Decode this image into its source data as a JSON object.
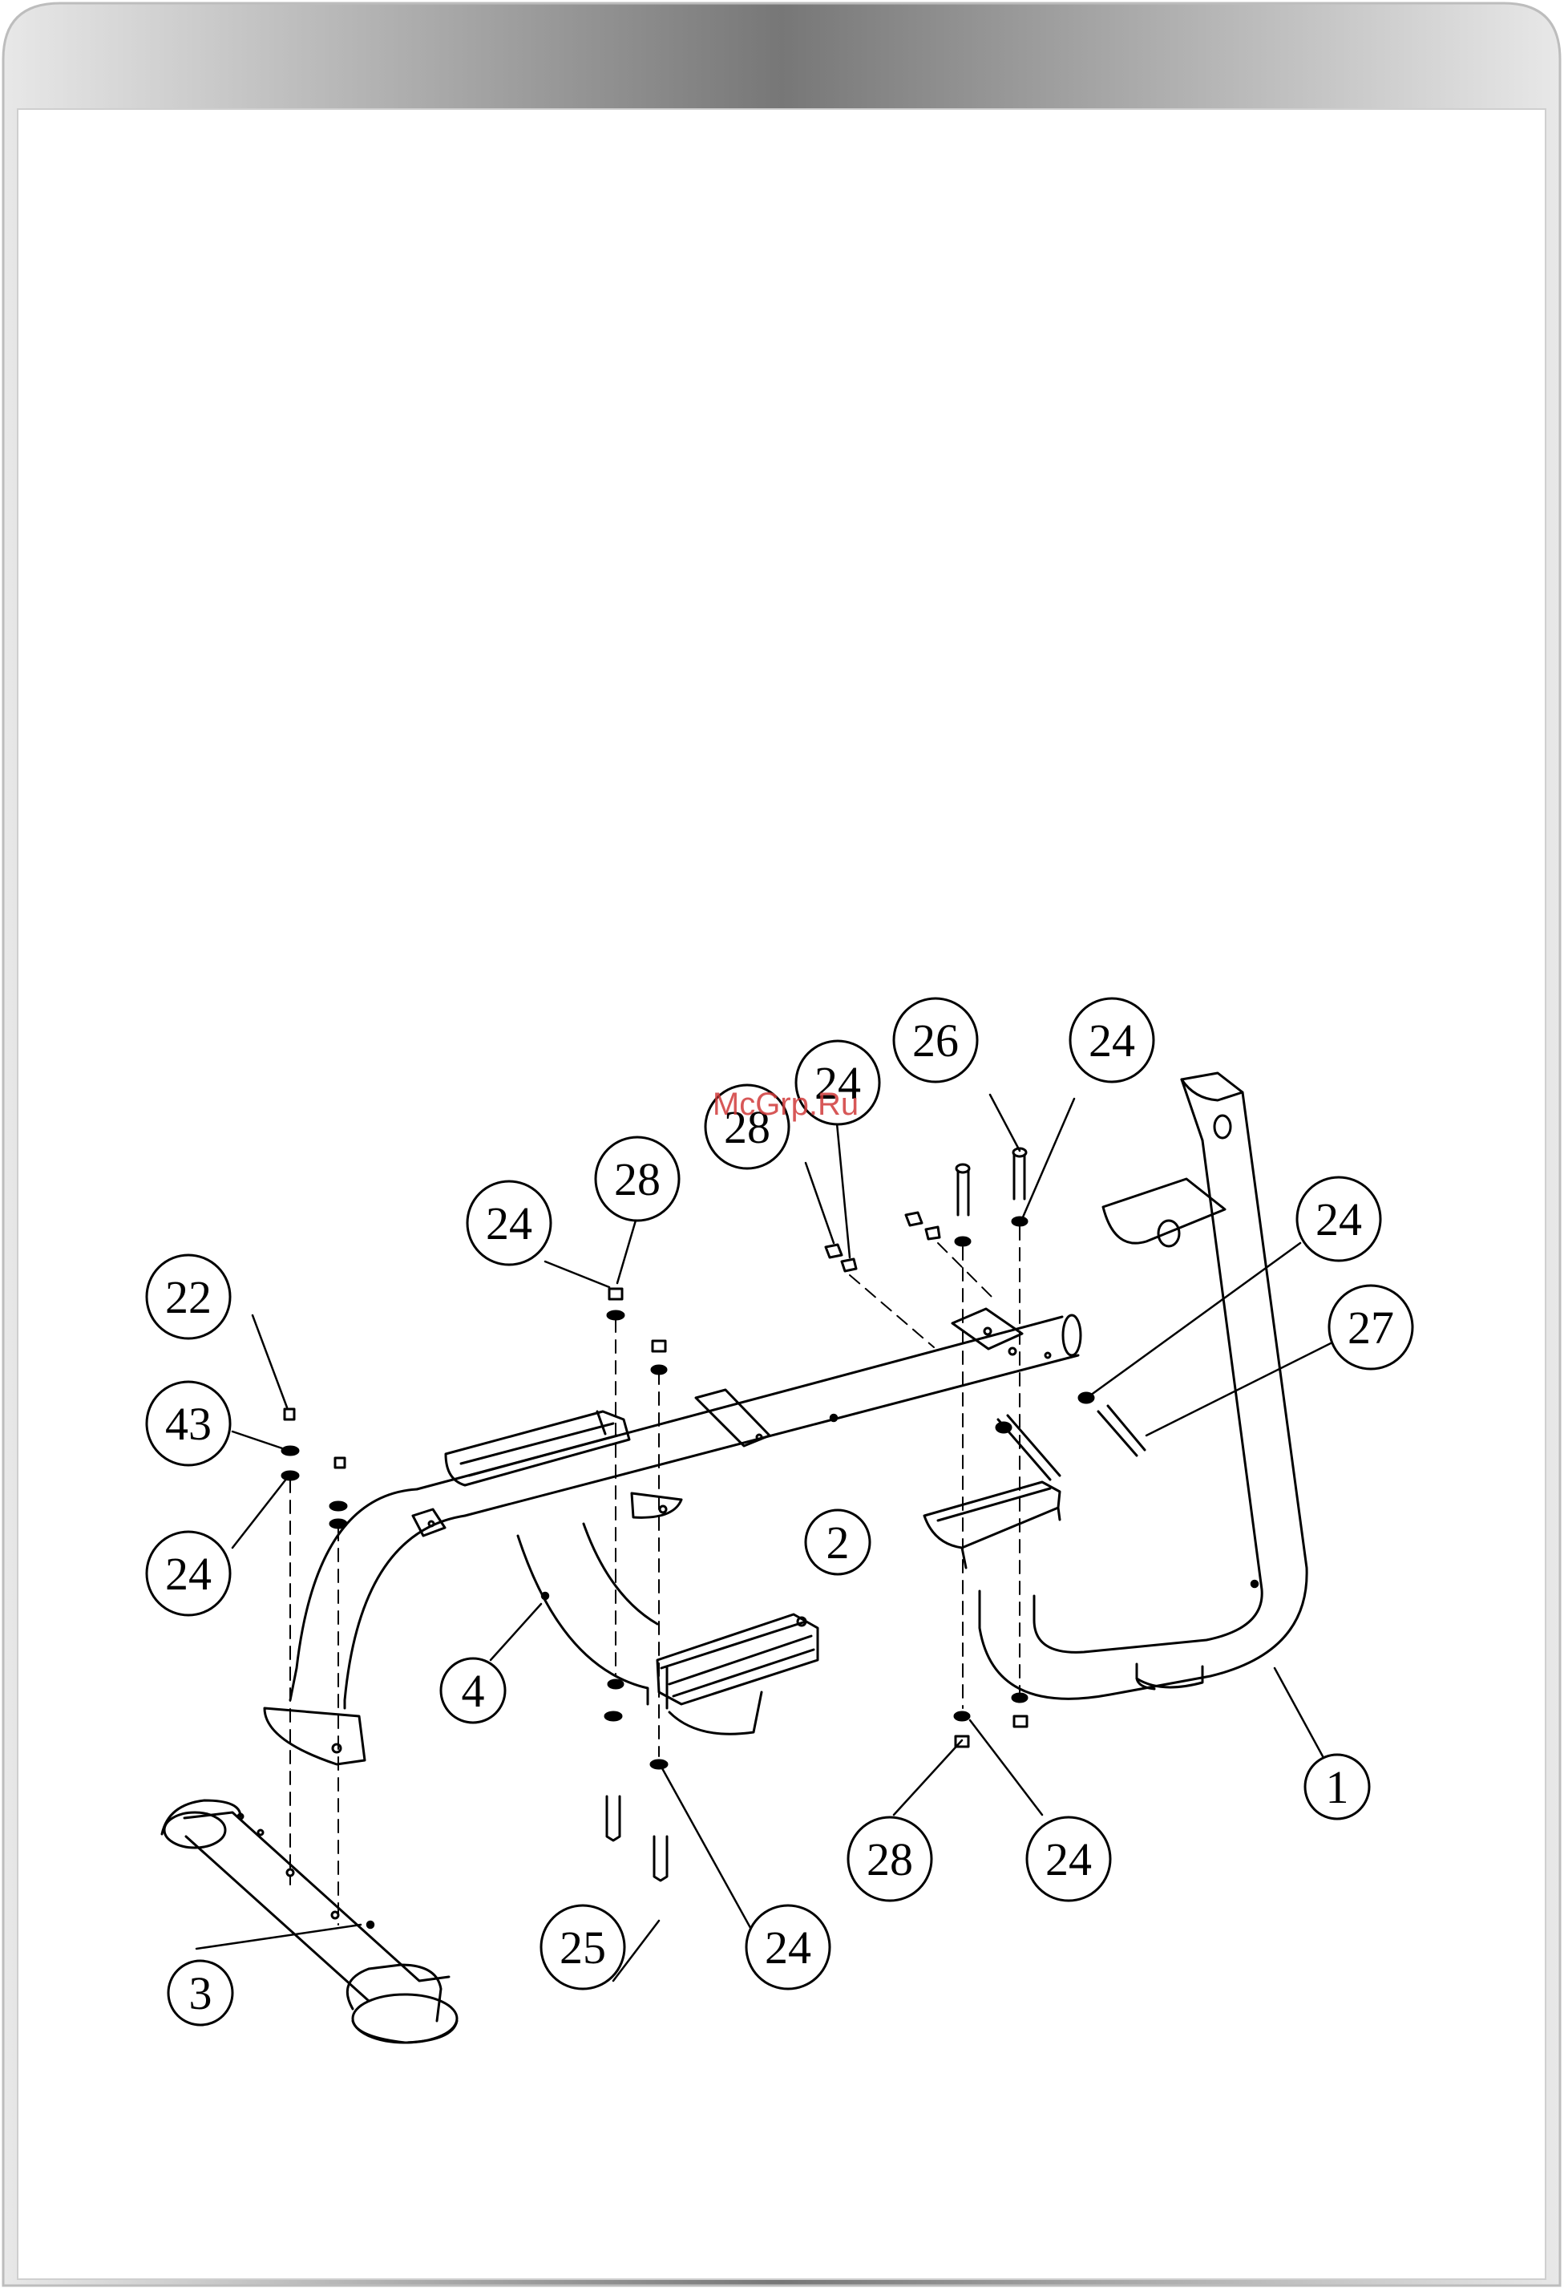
{
  "watermark": "McGrp.Ru",
  "colors": {
    "line": "#000000",
    "paper": "#ffffff",
    "band_dark": "#7d7d7d",
    "band_light": "#e6e6e6",
    "watermark": "#d03a3a"
  },
  "callouts": [
    {
      "id": "c1",
      "label": "1"
    },
    {
      "id": "c2",
      "label": "2"
    },
    {
      "id": "c3",
      "label": "3"
    },
    {
      "id": "c4",
      "label": "4"
    },
    {
      "id": "c22",
      "label": "22"
    },
    {
      "id": "c43",
      "label": "43"
    },
    {
      "id": "c24a",
      "label": "24"
    },
    {
      "id": "c24b",
      "label": "24"
    },
    {
      "id": "c28a",
      "label": "28"
    },
    {
      "id": "c28b",
      "label": "28"
    },
    {
      "id": "c24c",
      "label": "24"
    },
    {
      "id": "c26",
      "label": "26"
    },
    {
      "id": "c24d",
      "label": "24"
    },
    {
      "id": "c24e",
      "label": "24"
    },
    {
      "id": "c27",
      "label": "27"
    },
    {
      "id": "c25",
      "label": "25"
    },
    {
      "id": "c24f",
      "label": "24"
    },
    {
      "id": "c28c",
      "label": "28"
    },
    {
      "id": "c24g",
      "label": "24"
    }
  ]
}
